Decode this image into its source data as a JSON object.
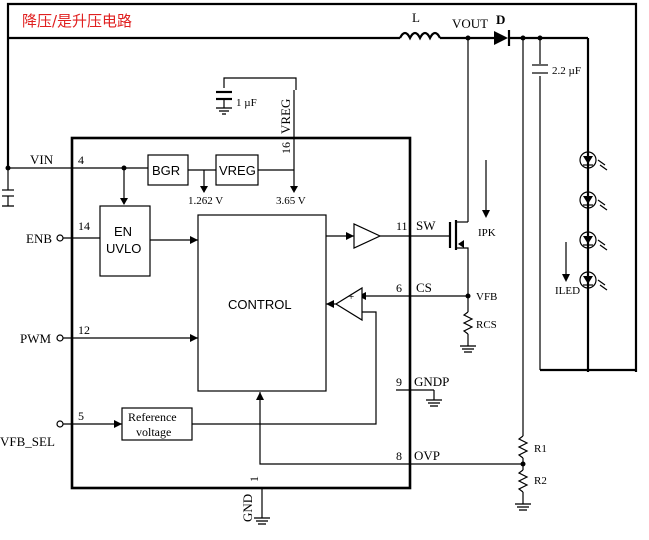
{
  "title": "降压/是升压电路",
  "components": {
    "inductor": "L",
    "vout": "VOUT",
    "diode": "D",
    "cap_out": "2.2 µF",
    "cap_reg": "1 µF",
    "ipk": "IPK",
    "iled": "ILED",
    "vfb": "VFB",
    "rcs": "RCS",
    "r1": "R1",
    "r2": "R2"
  },
  "blocks": {
    "bgr": "BGR",
    "vreg": "VREG",
    "en_line1": "EN",
    "en_line2": "UVLO",
    "control": "CONTROL",
    "ref_line1": "Reference",
    "ref_line2": "voltage"
  },
  "voltages": {
    "bgr_out": "1.262 V",
    "vreg_out": "3.65 V"
  },
  "pins": {
    "vin": {
      "name": "VIN",
      "num": "4"
    },
    "enb": {
      "name": "ENB",
      "num": "14"
    },
    "pwm": {
      "name": "PWM",
      "num": "12"
    },
    "vfb_sel": {
      "name": "VFB_SEL",
      "num": "5"
    },
    "vreg": {
      "name": "VREG",
      "num": "16"
    },
    "sw": {
      "name": "SW",
      "num": "11"
    },
    "cs": {
      "name": "CS",
      "num": "6"
    },
    "gndp": {
      "name": "GNDP",
      "num": "9"
    },
    "ovp": {
      "name": "OVP",
      "num": "8"
    },
    "gnd": {
      "name": "GND",
      "num": "1"
    }
  },
  "colors": {
    "title": "#e02020",
    "line": "#000000"
  }
}
